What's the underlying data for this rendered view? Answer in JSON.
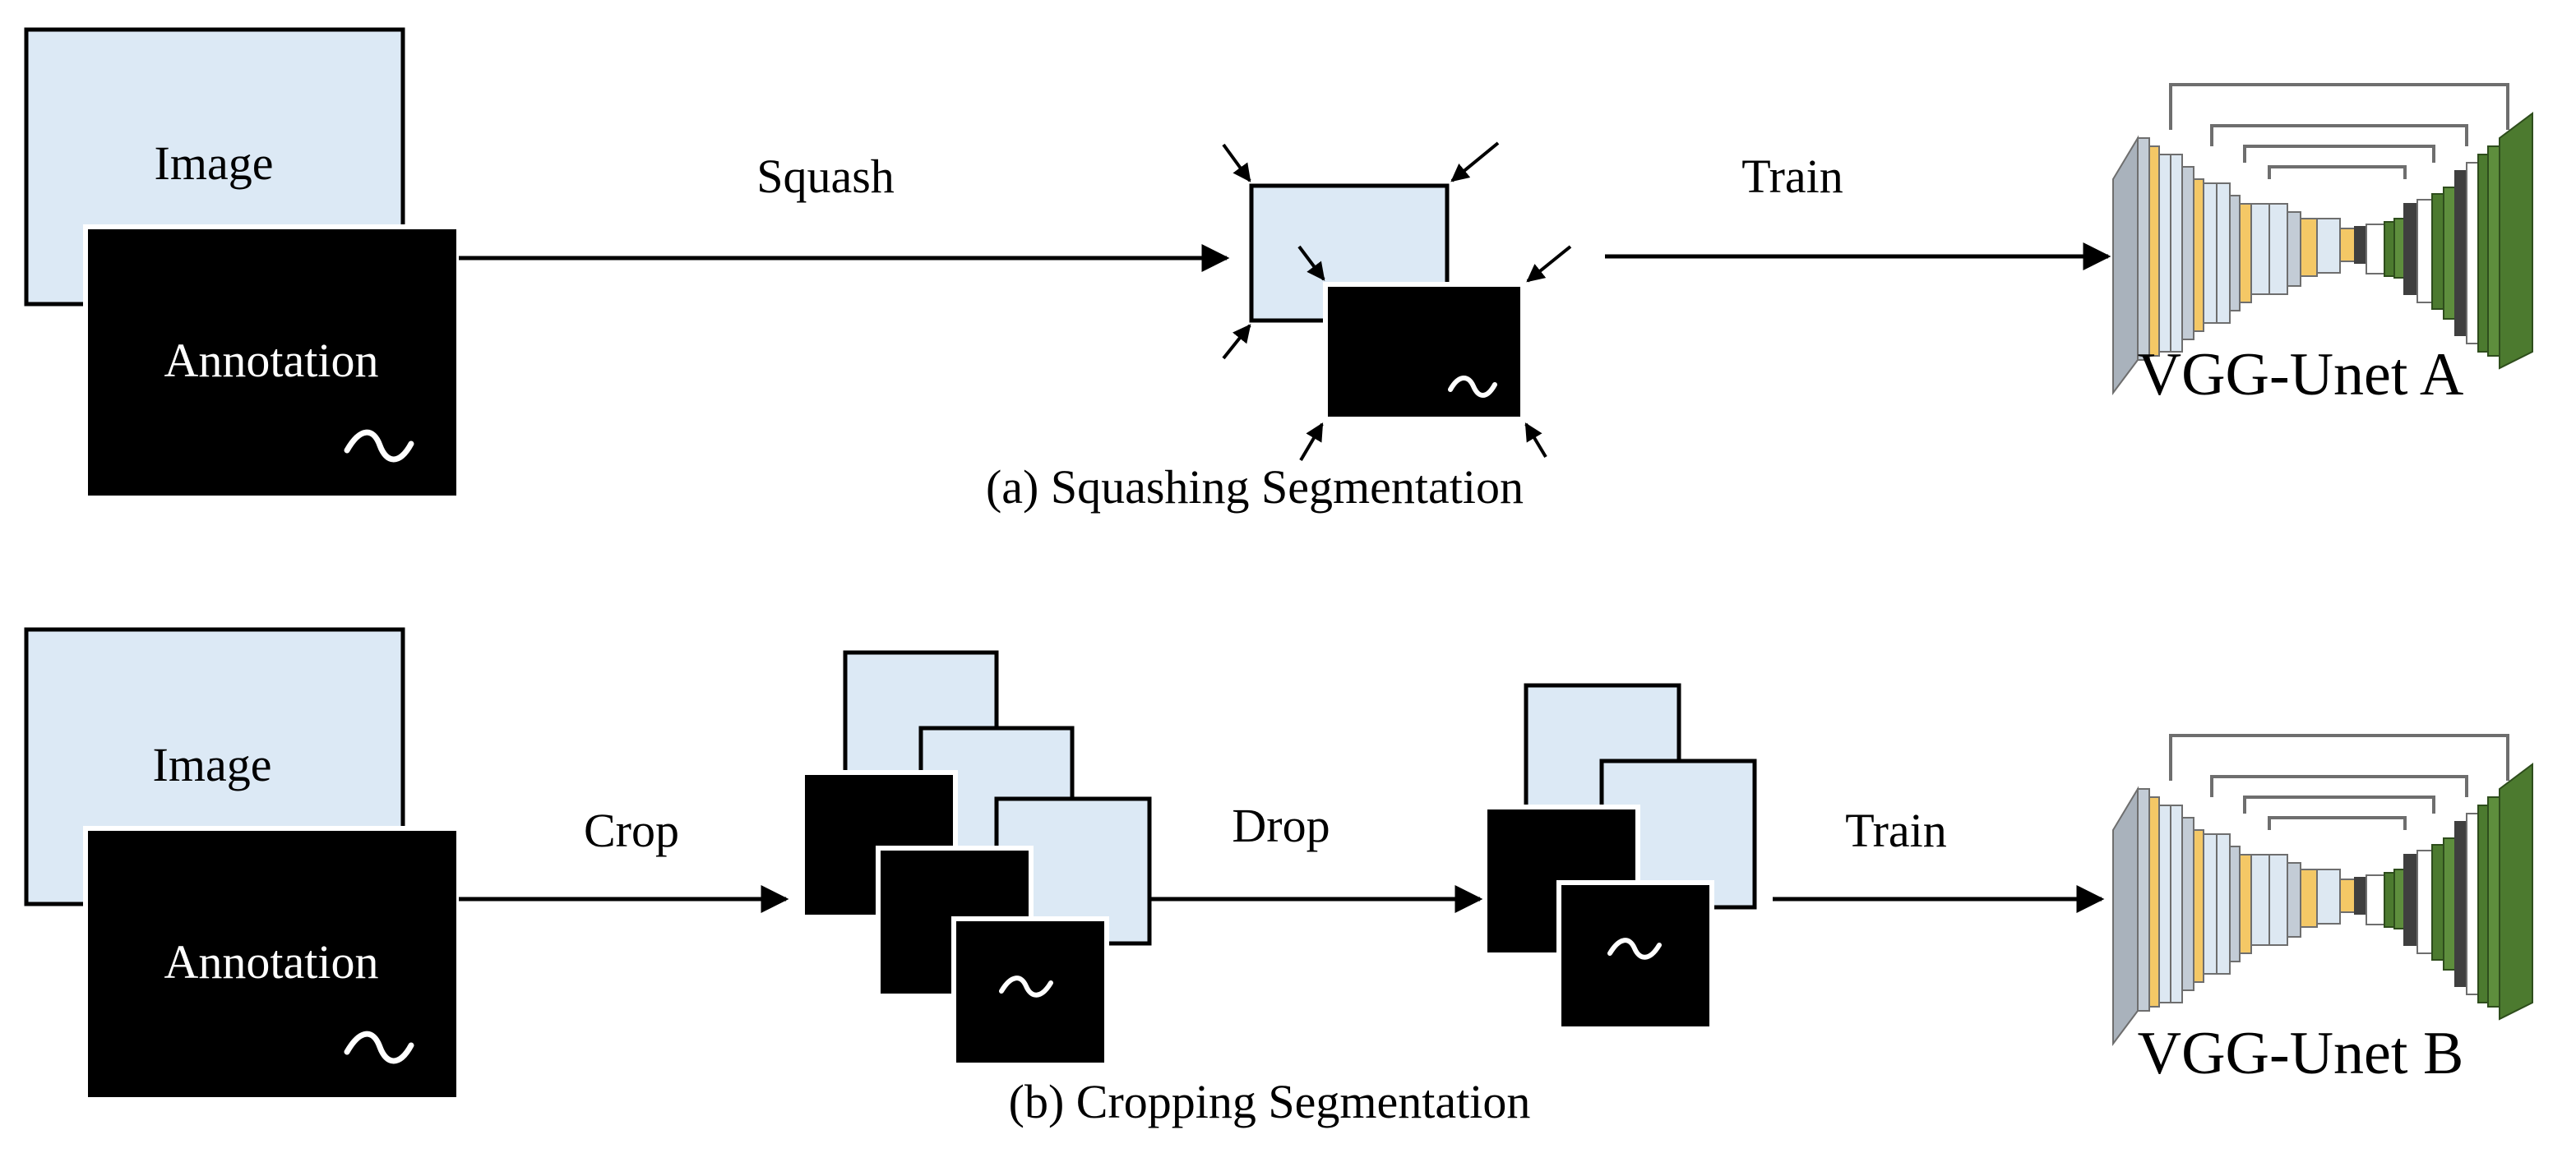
{
  "row_a": {
    "image_label": "Image",
    "annotation_label": "Annotation",
    "squash_label": "Squash",
    "train_label": "Train",
    "model_label": "VGG-Unet A",
    "caption": "(a) Squashing Segmentation"
  },
  "row_b": {
    "image_label": "Image",
    "annotation_label": "Annotation",
    "crop_label": "Crop",
    "drop_label": "Drop",
    "train_label": "Train",
    "model_label": "VGG-Unet B",
    "caption": "(b) Cropping Segmentation"
  },
  "colors": {
    "image_fill": "#dce9f5",
    "annotation_fill": "#000000",
    "stroke": "#000000",
    "net_grey": "#a9b2bc",
    "net_light": "#dde8f2",
    "net_yellow": "#f4c866",
    "net_green": "#4c7a2f",
    "net_dark": "#3f3f3f"
  }
}
